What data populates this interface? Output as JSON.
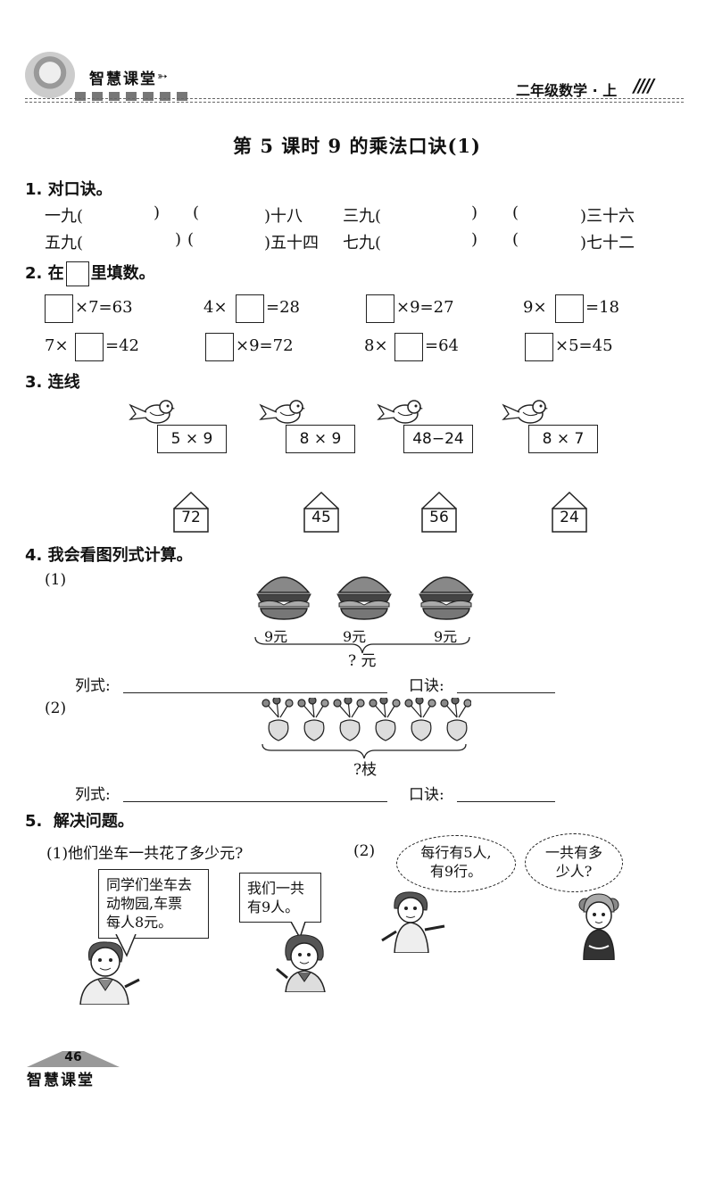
{
  "header": {
    "logo_text": "智慧课堂",
    "grade_subject": "二年级数学 · 上",
    "slashes": "////"
  },
  "title": "第 5 课时    9 的乘法口诀(1)",
  "q1": {
    "num": "1.",
    "title": "对口诀。",
    "row1": [
      "一九(",
      ")",
      "(",
      ")十八",
      "三九(",
      ")",
      "(",
      ")三十六"
    ],
    "row2": [
      "五九(",
      ")",
      "(",
      ")五十四",
      "七九(",
      ")",
      "(",
      ")七十二"
    ]
  },
  "q2": {
    "num": "2.",
    "title_pre": "在",
    "title_post": "里填数。",
    "eqs": [
      "×7=63",
      "4×",
      "=28",
      "×9=27",
      "9×",
      "=18",
      "7×",
      "=42",
      "×9=72",
      "8×",
      "=64",
      "×5=45"
    ]
  },
  "q3": {
    "num": "3.",
    "title": "连线",
    "cards": [
      "5 × 9",
      "8 × 9",
      "48−24",
      "8 × 7"
    ],
    "houses": [
      "72",
      "45",
      "56",
      "24"
    ]
  },
  "q4": {
    "num": "4.",
    "title": "我会看图列式计算。",
    "p1_label": "(1)",
    "price_labels": [
      "9元",
      "9元",
      "9元"
    ],
    "p1_total": "? 元",
    "formula_label": "列式:",
    "rhyme_label": "口诀:",
    "p2_label": "(2)",
    "p2_total": "?枝"
  },
  "q5": {
    "num": "5.",
    "title": "解决问题。",
    "p1_question": "(1)他们坐车一共花了多少元?",
    "bubble_a": [
      "同学们坐车去",
      "动物园,车票",
      "每人8元。"
    ],
    "bubble_b": [
      "我们一共",
      "有9人。"
    ],
    "p2_label": "(2)",
    "bubble_c": [
      "每行有5人,",
      "有9行。"
    ],
    "bubble_d": [
      "一共有多",
      "少人?"
    ]
  },
  "footer": {
    "page_number": "46",
    "logo_text": "智慧课堂"
  }
}
